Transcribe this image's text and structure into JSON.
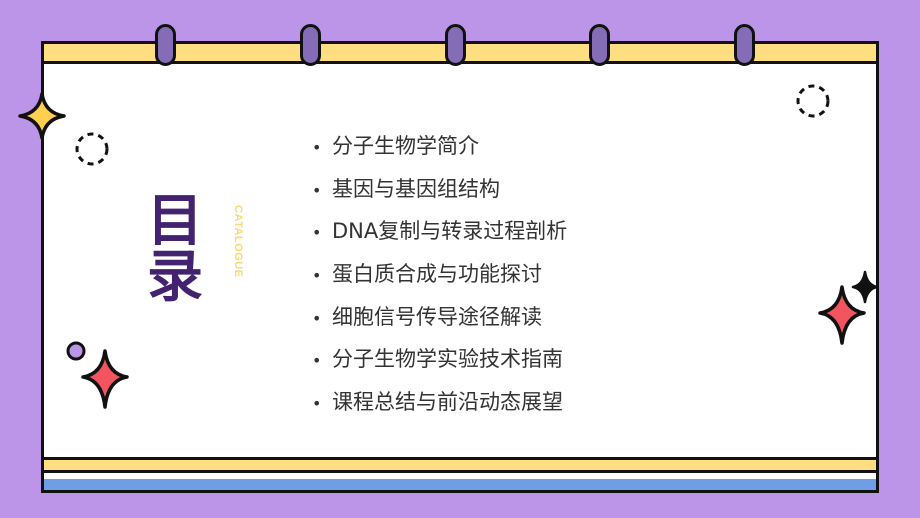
{
  "slide": {
    "title": "目录",
    "title_chars": [
      "目",
      "录"
    ],
    "subtitle": "CATALOGUE",
    "bullet_glyph": "•",
    "items": [
      {
        "label": "分子生物学简介"
      },
      {
        "label": "基因与基因组结构"
      },
      {
        "label": "DNA复制与转录过程剖析"
      },
      {
        "label": "蛋白质合成与功能探讨"
      },
      {
        "label": "细胞信号传导途径解读"
      },
      {
        "label": "分子生物学实验技术指南"
      },
      {
        "label": "课程总结与前沿动态展望"
      }
    ]
  },
  "colors": {
    "background": "#bc94e8",
    "band_yellow": "#ffde82",
    "band_blue": "#6f9de6",
    "ring": "#846cb6",
    "title": "#43226f",
    "subtitle": "#ffd76e",
    "star_red": "#f2555f",
    "star_yellow": "#ffd04f",
    "text": "#333333"
  },
  "decorations": [
    "sparkle-yellow-icon",
    "dashed-circle-icon",
    "dashed-circle-icon",
    "sparkle-red-icon",
    "small-purple-circle-icon",
    "sparkle-red-icon",
    "sparkle-black-icon"
  ]
}
